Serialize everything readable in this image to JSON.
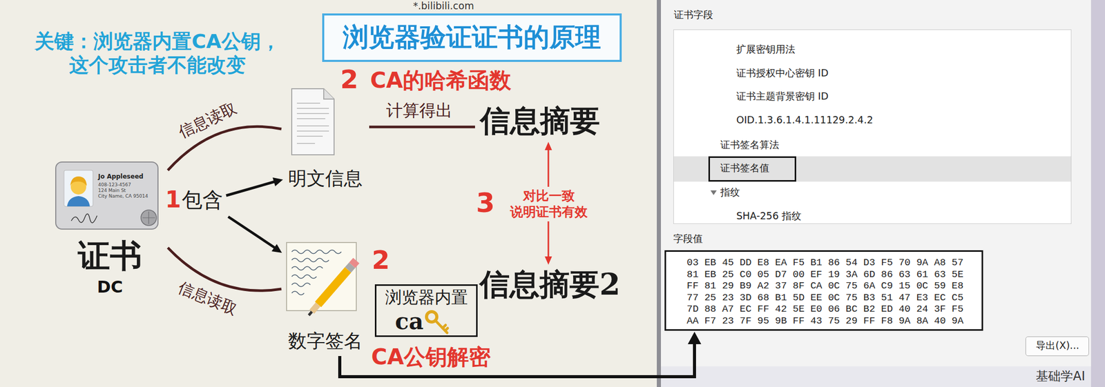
{
  "diagram": {
    "title": "浏览器验证证书的原理",
    "nodes": [
      {
        "text": [
          "证书",
          "DC"
        ]
      },
      {
        "text": [
          "明文信息"
        ]
      },
      {
        "text": [
          "信息摘要"
        ]
      },
      {
        "text": [
          "数字签名"
        ]
      },
      {
        "text": [
          "浏览器内置",
          "ca"
        ]
      },
      {
        "text": [
          "信息摘要2"
        ]
      },
      {
        "text": [
          "证书字段",
          "扩展密钥用法",
          "证书授权中心密钥 ID",
          "证书主题背景密钥 ID",
          "OID.1.3.6.1.4.1.11129.2.4.2",
          "证书签名算法",
          "指纹",
          "SHA-256 指纹"
        ]
      },
      {
        "text": [
          "证书签名值"
        ],
        "in": 6
      },
      {
        "text": [
          "字段值",
          "03 EB 45 DD E8 EA F5 B1 86 54 D3 F5 70 9A A8 57 81 EB 25 C0 05 D7 00 EF 19 3A 6D 86 63 61 63 5E FF 81 29 B9 A2 37 8F CA 0C 75 6A C9 15 0C 59 E8 77 25 23 3D 68 B1 5D EE 0C 75 B3 51 47 E3 EC C5 7D 88 A7 EC FF 42 5E E0 06 BC B2 ED 40 24 3F F5 AA F7 23 7F 95 9B FF 43 75 29 FF F8 9A 8A 40 9A"
        ]
      },
      {
        "text": [
          "导出(X)..."
        ]
      }
    ],
    "edges": [
      {
        "from": 0,
        "to": 1,
        "label": "信息读取",
        "arrow": "none"
      },
      {
        "from": 0,
        "to": 3,
        "label": "信息读取",
        "arrow": "none"
      },
      {
        "from": 1,
        "to": 2,
        "label": "计算得出",
        "arrow": "none"
      },
      {
        "from": 2,
        "to": 5,
        "label": "对比一致 说明证书有效",
        "arrow": "both"
      },
      {
        "from": 3,
        "to": 8,
        "arrow": "to"
      }
    ],
    "labels": [
      "*.bilibili.com",
      "关键：浏览器内置CA公钥， 这个攻击者不能改变",
      "2",
      "CA的哈希函数",
      "Jo Appleseed",
      "408-123-4567",
      "124 Main St",
      "City Name, CA 95014",
      "1",
      "包含",
      "3",
      "2",
      "CA公钥解密",
      "基础学AI"
    ]
  }
}
